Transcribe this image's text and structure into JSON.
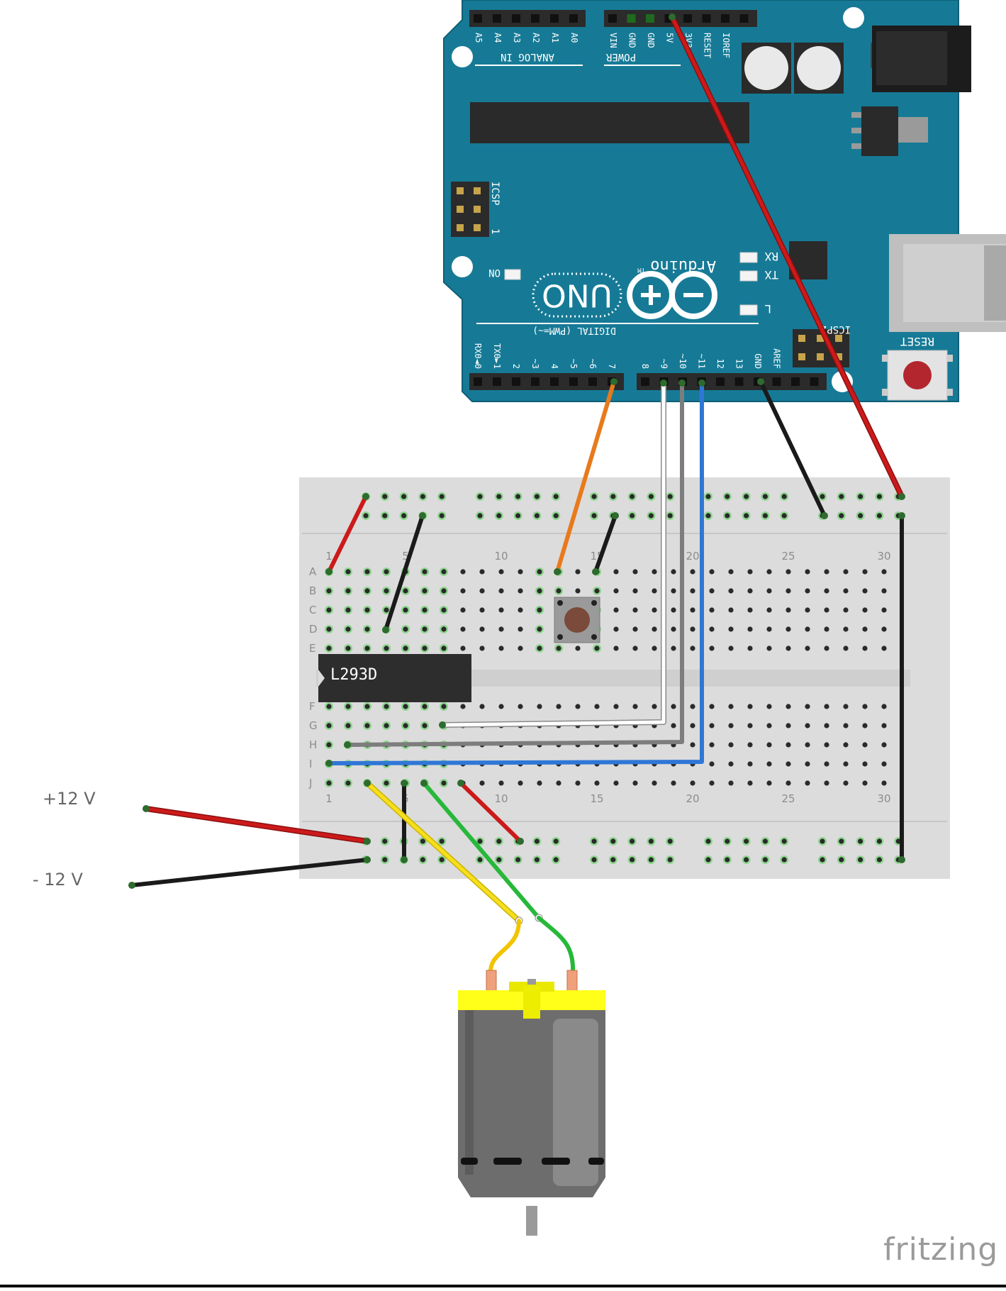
{
  "arduino": {
    "board_name": "Arduino",
    "trademark": "TM",
    "model": "UNO",
    "analog_label": "ANALOG IN",
    "power_label": "POWER",
    "digital_label": "DIGITAL (PWM=~)",
    "icsp_label": "ICSP",
    "icsp2_label": "ICSP2",
    "icsp_pin1": "1",
    "on_label": "ON",
    "reset_label": "RESET",
    "rx_label": "RX",
    "tx_label": "TX",
    "l_label": "L",
    "analog_pins": [
      "A5",
      "A4",
      "A3",
      "A2",
      "A1",
      "A0"
    ],
    "power_pins": [
      "VIN",
      "GND",
      "GND",
      "5V",
      "3V3",
      "RESET",
      "IOREF"
    ],
    "digital_pins_left": [
      "RX0◄0",
      "TX0►1",
      "2",
      "~3",
      "4",
      "~5",
      "~6",
      "7"
    ],
    "digital_pins_right": [
      "8",
      "~9",
      "~10",
      "~11",
      "12",
      "13",
      "GND",
      "AREF"
    ]
  },
  "breadboard": {
    "rows": [
      "A",
      "B",
      "C",
      "D",
      "E",
      "F",
      "G",
      "H",
      "I",
      "J"
    ],
    "column_numbers": [
      "1",
      "5",
      "10",
      "15",
      "20",
      "25",
      "30"
    ],
    "chip_label": "L293D"
  },
  "supply": {
    "positive_label": "+12 V",
    "negative_label": "- 12 V"
  },
  "brand": "fritzing",
  "colors": {
    "board": "#167a96",
    "wire_red": "#cc1a1a",
    "wire_black": "#1a1a1a",
    "wire_orange": "#e87a1c",
    "wire_white": "#ffffff",
    "wire_gray": "#7d7d7d",
    "wire_blue": "#2f77d6",
    "wire_yellow": "#f7df1e",
    "wire_green": "#27b83a",
    "motor_cap": "#ffff1a",
    "motor_body": "#6d6d6d"
  }
}
